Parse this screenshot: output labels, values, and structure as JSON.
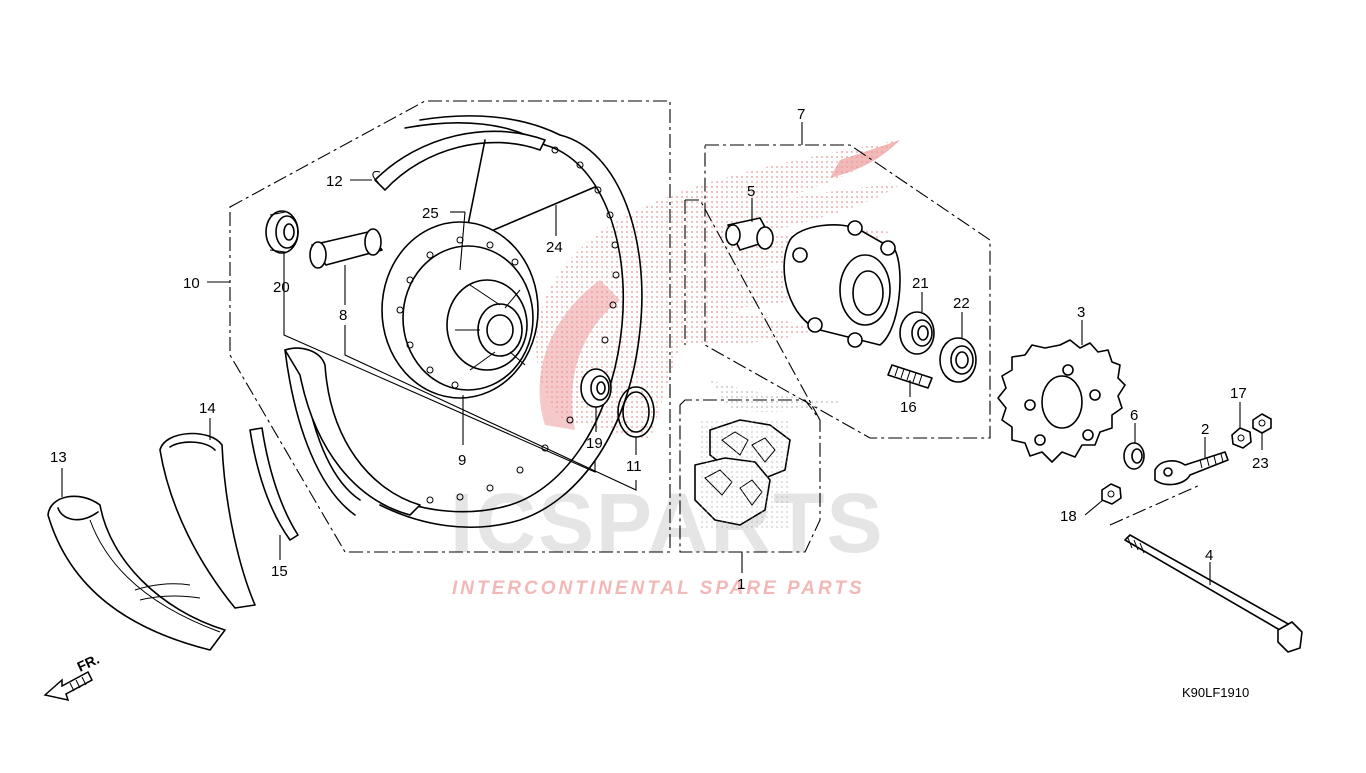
{
  "watermark": {
    "brand": "ICSPARTS",
    "tagline": "INTERCONTINENTAL SPARE PARTS",
    "accent_color": "#e33b3b",
    "logo": "wing-logo"
  },
  "diagram_code": "K90LF1910",
  "direction_marker": "FR.",
  "callouts": [
    {
      "id": "c1",
      "label": "1"
    },
    {
      "id": "c2",
      "label": "2"
    },
    {
      "id": "c3",
      "label": "3"
    },
    {
      "id": "c4",
      "label": "4"
    },
    {
      "id": "c5",
      "label": "5"
    },
    {
      "id": "c6",
      "label": "6"
    },
    {
      "id": "c7",
      "label": "7"
    },
    {
      "id": "c8",
      "label": "8"
    },
    {
      "id": "c9",
      "label": "9"
    },
    {
      "id": "c10",
      "label": "10"
    },
    {
      "id": "c11",
      "label": "11"
    },
    {
      "id": "c12",
      "label": "12"
    },
    {
      "id": "c13",
      "label": "13"
    },
    {
      "id": "c14",
      "label": "14"
    },
    {
      "id": "c15",
      "label": "15"
    },
    {
      "id": "c16",
      "label": "16"
    },
    {
      "id": "c17",
      "label": "17"
    },
    {
      "id": "c18",
      "label": "18"
    },
    {
      "id": "c19",
      "label": "19"
    },
    {
      "id": "c20",
      "label": "20"
    },
    {
      "id": "c21",
      "label": "21"
    },
    {
      "id": "c22",
      "label": "22"
    },
    {
      "id": "c23",
      "label": "23"
    },
    {
      "id": "c24",
      "label": "24"
    },
    {
      "id": "c25",
      "label": "25"
    }
  ]
}
